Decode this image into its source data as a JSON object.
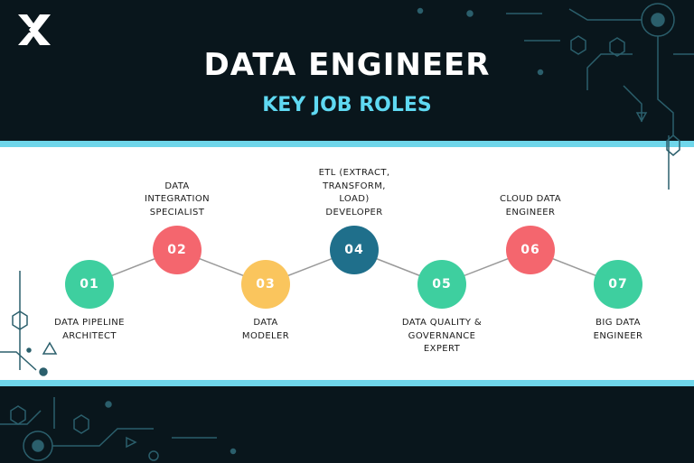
{
  "header": {
    "title": "DATA ENGINEER",
    "subtitle": "KEY JOB ROLES",
    "logo_icon": "x-logo-icon"
  },
  "colors": {
    "background": "#09161c",
    "accent": "#5fd9f2",
    "green": "#3ecf9f",
    "red": "#f4666e",
    "yellow": "#fac55d",
    "blue": "#1f6f8b"
  },
  "roles": [
    {
      "number": "01",
      "label": "DATA PIPELINE\nARCHITECT",
      "color": "#3ecf9f"
    },
    {
      "number": "02",
      "label": "DATA\nINTEGRATION\nSPECIALIST",
      "color": "#f4666e"
    },
    {
      "number": "03",
      "label": "DATA\nMODELER",
      "color": "#fac55d"
    },
    {
      "number": "04",
      "label": "ETL (EXTRACT,\nTRANSFORM,\nLOAD)\nDEVELOPER",
      "color": "#1f6f8b"
    },
    {
      "number": "05",
      "label": "DATA QUALITY &\nGOVERNANCE\nEXPERT",
      "color": "#3ecf9f"
    },
    {
      "number": "06",
      "label": "CLOUD DATA\nENGINEER",
      "color": "#f4666e"
    },
    {
      "number": "07",
      "label": "BIG DATA\nENGINEER",
      "color": "#3ecf9f"
    }
  ]
}
